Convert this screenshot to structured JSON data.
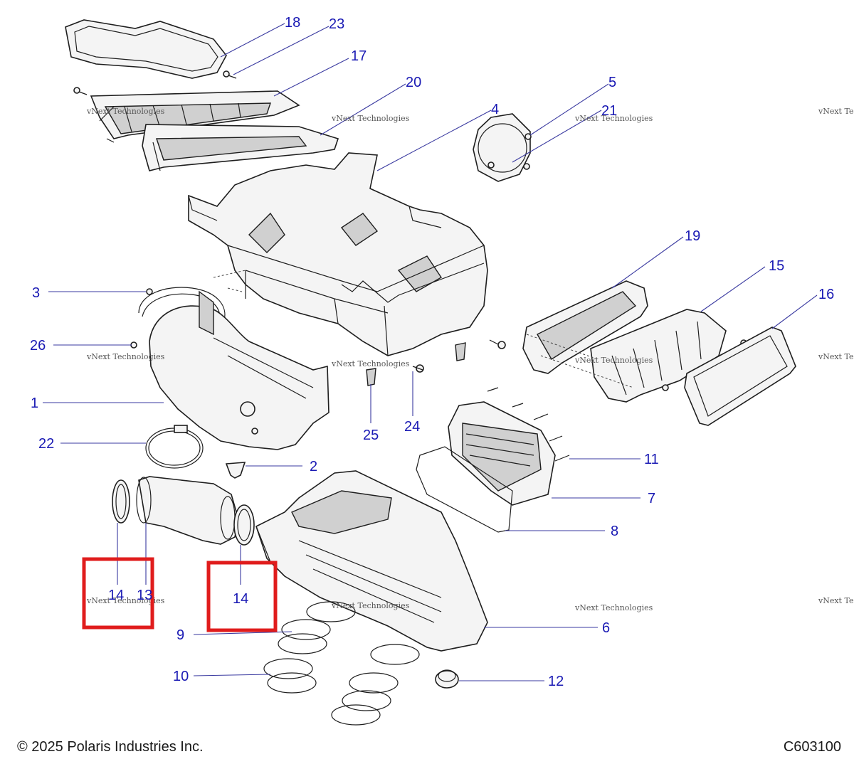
{
  "callouts": [
    {
      "id": "18",
      "label": "18"
    },
    {
      "id": "23",
      "label": "23"
    },
    {
      "id": "17",
      "label": "17"
    },
    {
      "id": "20",
      "label": "20"
    },
    {
      "id": "4",
      "label": "4"
    },
    {
      "id": "5",
      "label": "5"
    },
    {
      "id": "21",
      "label": "21"
    },
    {
      "id": "19",
      "label": "19"
    },
    {
      "id": "15",
      "label": "15"
    },
    {
      "id": "16",
      "label": "16"
    },
    {
      "id": "3",
      "label": "3"
    },
    {
      "id": "26",
      "label": "26"
    },
    {
      "id": "1",
      "label": "1"
    },
    {
      "id": "22",
      "label": "22"
    },
    {
      "id": "2",
      "label": "2"
    },
    {
      "id": "25",
      "label": "25"
    },
    {
      "id": "24",
      "label": "24"
    },
    {
      "id": "11",
      "label": "11"
    },
    {
      "id": "7",
      "label": "7"
    },
    {
      "id": "8",
      "label": "8"
    },
    {
      "id": "14a",
      "label": "14"
    },
    {
      "id": "13",
      "label": "13"
    },
    {
      "id": "14b",
      "label": "14"
    },
    {
      "id": "9",
      "label": "9"
    },
    {
      "id": "10",
      "label": "10"
    },
    {
      "id": "6",
      "label": "6"
    },
    {
      "id": "12",
      "label": "12"
    }
  ],
  "watermark_text": "vNext Technologies",
  "highlight_color": "#e01c1c",
  "callout_color": "#1a1ab4",
  "footer": {
    "copyright": "© 2025 Polaris Industries Inc.",
    "figure_code": "C603100"
  }
}
